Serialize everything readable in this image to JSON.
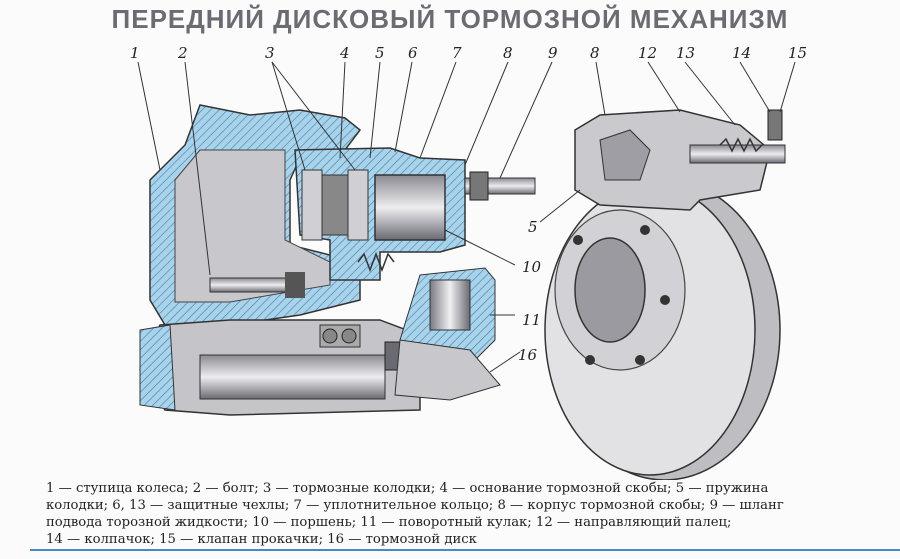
{
  "title": "ПЕРЕДНИЙ ДИСКОВЫЙ ТОРМОЗНОЙ МЕХАНИЗМ",
  "figure": {
    "callouts": [
      "1",
      "2",
      "3",
      "4",
      "5",
      "6",
      "7",
      "8",
      "9",
      "10",
      "11",
      "16",
      "8",
      "12",
      "13",
      "14",
      "15",
      "5"
    ]
  },
  "caption": {
    "lines": [
      "1 — ступица колеса; 2 — болт; 3 — тормозные колодки; 4 — основание тормозной скобы; 5 — пружина",
      "колодки; 6, 13 — защитные чехлы; 7 — уплотнительное кольцо; 8 — корпус тормозной скобы; 9 — шланг",
      "подвода торозной жидкости;  10 — поршень; 11 — поворотный кулак; 12 — направляющий палец;",
      "14 — колпачок; 15 — клапан прокачки; 16 — тормозной диск"
    ]
  },
  "colors": {
    "hatch": "#8fc3e0",
    "metal": "#c9c9cd",
    "dark": "#4a4a52",
    "rule": "#4a86c8"
  }
}
